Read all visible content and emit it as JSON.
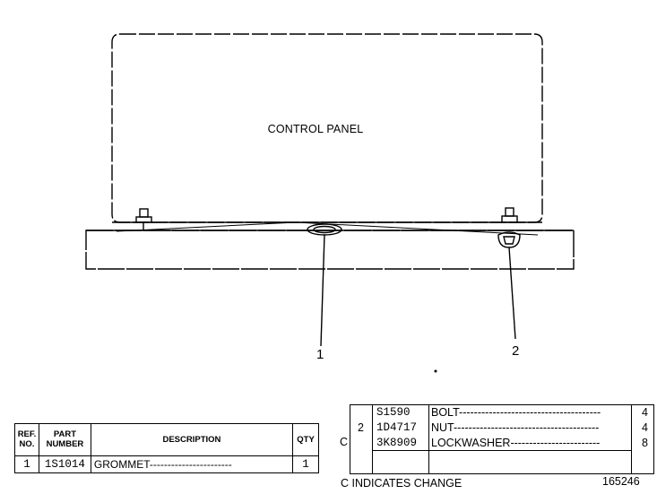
{
  "drawing": {
    "panel_label": "CONTROL PANEL",
    "callouts": [
      "1",
      "2"
    ]
  },
  "left_table": {
    "headers": {
      "ref_no": [
        "REF.",
        "NO."
      ],
      "part_number": [
        "PART",
        "NUMBER"
      ],
      "description": "DESCRIPTION",
      "qty": "QTY"
    },
    "rows": [
      {
        "ref": "1",
        "part": "1S1014",
        "description": "GROMMET-----------------------",
        "qty": "1"
      }
    ]
  },
  "right_table": {
    "change_marker": "C",
    "ref": "2",
    "rows": [
      {
        "part": "S1590",
        "description": "BOLT--------------------------------------",
        "qty": "4"
      },
      {
        "part": "1D4717",
        "description": "NUT---------------------------------------",
        "qty": "4"
      },
      {
        "part": "3K8909",
        "description": "LOCKWASHER------------------------",
        "qty": "8"
      }
    ]
  },
  "footer": {
    "note": "C INDICATES CHANGE",
    "drawing_number": "165246"
  }
}
